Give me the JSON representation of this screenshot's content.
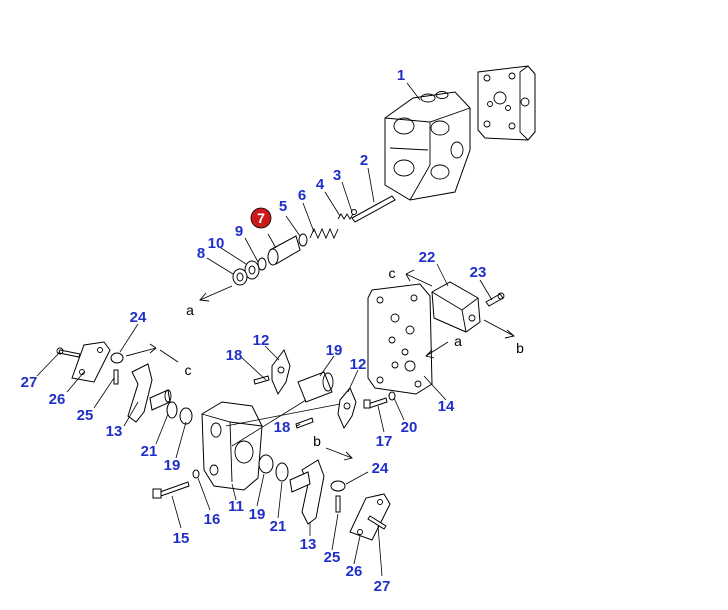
{
  "colors": {
    "label": "#1f2fc9",
    "highlight": "#cc1a1a"
  },
  "highlighted_part": "7",
  "labels": {
    "p1": "1",
    "p2": "2",
    "p3": "3",
    "p4": "4",
    "p5": "5",
    "p6": "6",
    "p7": "7",
    "p8": "8",
    "p9": "9",
    "p10": "10",
    "p11": "11",
    "p12a": "12",
    "p12b": "12",
    "p13a": "13",
    "p13b": "13",
    "p14": "14",
    "p15": "15",
    "p16": "16",
    "p17": "17",
    "p18a": "18",
    "p18b": "18",
    "p19a": "19",
    "p19b": "19",
    "p19c": "19",
    "p20": "20",
    "p21a": "21",
    "p21b": "21",
    "p22": "22",
    "p23": "23",
    "p24a": "24",
    "p24b": "24",
    "p25a": "25",
    "p25b": "25",
    "p26a": "26",
    "p26b": "26",
    "p27a": "27",
    "p27b": "27"
  },
  "connectors": {
    "a1": "a",
    "a2": "a",
    "b1": "b",
    "b2": "b",
    "c1": "c",
    "c2": "c"
  }
}
